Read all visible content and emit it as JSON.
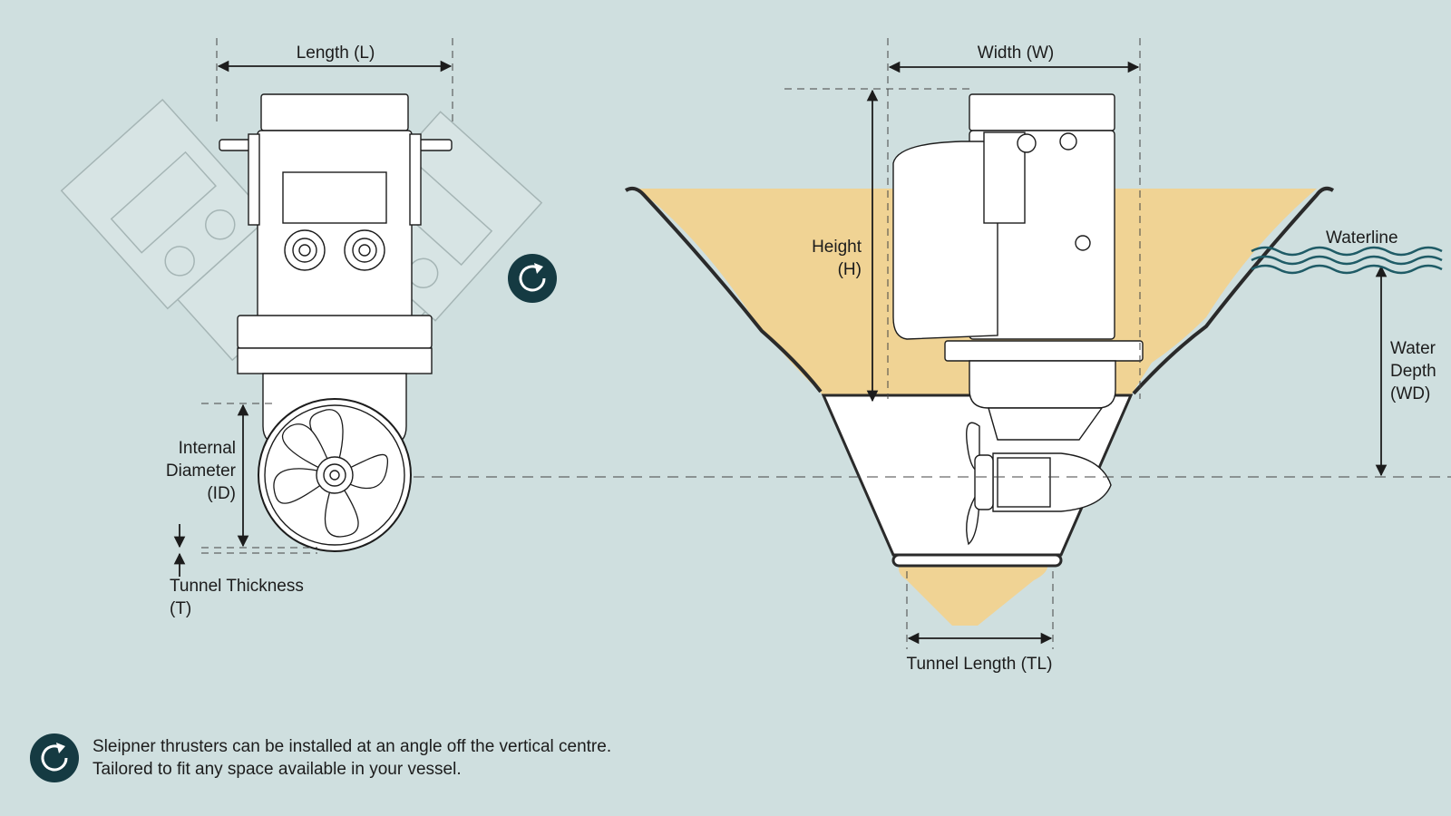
{
  "labels": {
    "length": "Length (L)",
    "width": "Width (W)",
    "height": [
      "Height",
      "(H)"
    ],
    "internal_diameter": [
      "Internal",
      "Diameter",
      "(ID)"
    ],
    "tunnel_thickness": [
      "Tunnel Thickness",
      "(T)"
    ],
    "tunnel_length": "Tunnel Length (TL)",
    "waterline": "Waterline",
    "water_depth": [
      "Water",
      "Depth",
      "(WD)"
    ]
  },
  "note": {
    "line1": "Sleipner thrusters can be installed at an angle off the vertical centre.",
    "line2": "Tailored to fit any space available in your vessel.",
    "icon": "rotate-icon"
  },
  "colors": {
    "background": "#cfdfdf",
    "water_fill": "#f0d394",
    "thruster_body": "#ffffff",
    "line": "#1c1c1c",
    "icon_circle": "#153a42",
    "waterline_waves": "#1f5b66"
  }
}
